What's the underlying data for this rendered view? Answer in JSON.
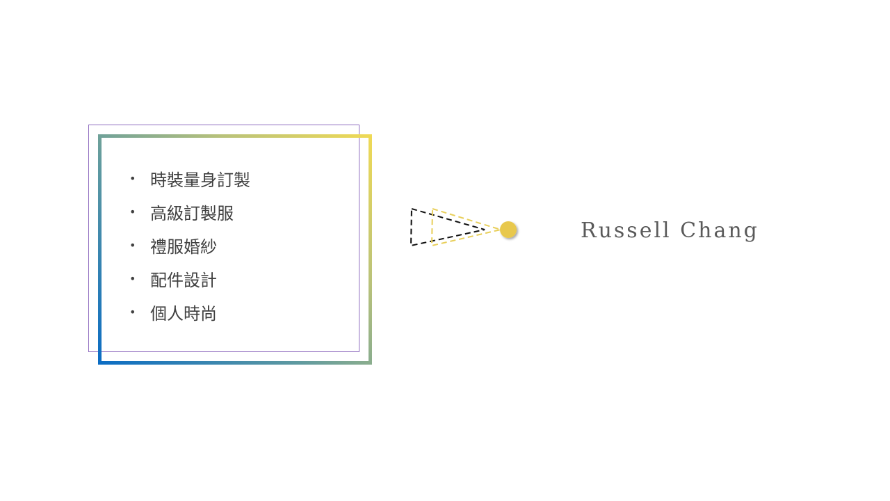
{
  "list": {
    "items": [
      "時裝量身訂製",
      "高級訂製服",
      "禮服婚紗",
      "配件設計",
      "個人時尚"
    ]
  },
  "name": "Russell Chang",
  "colors": {
    "frame_outline": "#8e6bbf",
    "gradient_start": "#0a6cc4",
    "gradient_end": "#f0da55",
    "accent_dot": "#e8c84e",
    "text": "#404040"
  }
}
